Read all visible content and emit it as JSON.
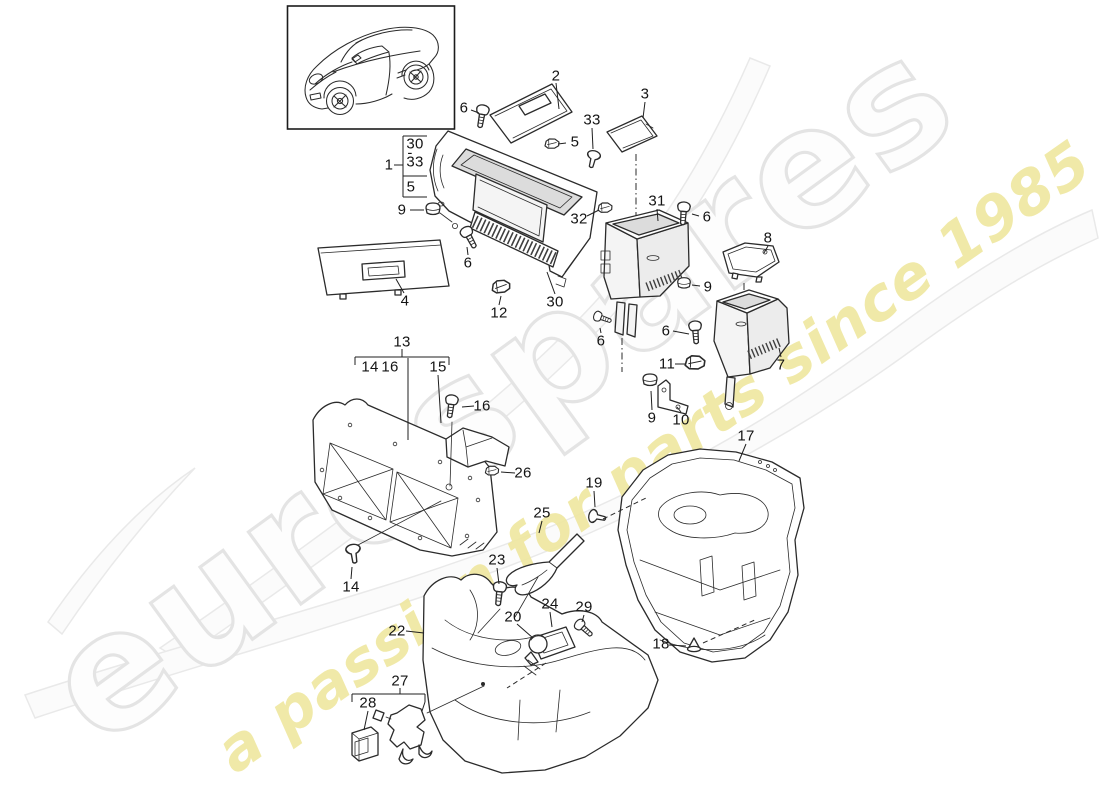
{
  "page": {
    "background": "#ffffff",
    "line_color": "#2b2b2b"
  },
  "watermark": {
    "logo": "eurospares",
    "tagline": "a passion for parts since 1985",
    "logo_color": "#e4e4e4",
    "tagline_color": "#efe79f"
  },
  "inset": {
    "icon": "porsche-cayman-line-art"
  },
  "diagram": {
    "callouts": {
      "n1": "1",
      "n2": "2",
      "n3": "3",
      "n4": "4",
      "n5a": "5",
      "n5b": "5",
      "n6a": "6",
      "n6b": "6",
      "n6c": "6",
      "n6d": "6",
      "n6e": "6",
      "n7": "7",
      "n8": "8",
      "n9a": "9",
      "n9b": "9",
      "n9c": "9",
      "n10": "10",
      "n11": "11",
      "n12": "12",
      "n13": "13",
      "n14a": "14",
      "n14b": "14",
      "n15": "15",
      "n16a": "16",
      "n16b": "16",
      "n17": "17",
      "n18": "18",
      "n19": "19",
      "n20": "20",
      "n22": "22",
      "n23": "23",
      "n24": "24",
      "n25": "25",
      "n26": "26",
      "n27": "27",
      "n28": "28",
      "n29": "29",
      "n30a": "30",
      "ndash": "-",
      "n33a": "33",
      "n30b": "30",
      "n31": "31",
      "n32": "32",
      "n33b": "33"
    }
  }
}
